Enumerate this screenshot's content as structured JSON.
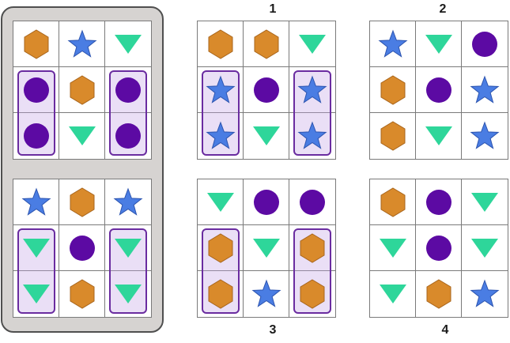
{
  "colors": {
    "hexagon": "#d98a2b",
    "hexagon_stroke": "#a8651c",
    "star": "#4a7de3",
    "star_stroke": "#2d55b0",
    "triangle": "#2ed69a",
    "circle": "#5c0aa3",
    "highlight_border": "#6a2ca0",
    "panel_bg": "#d6d3d1"
  },
  "icons": {
    "H": "hexagon-icon",
    "S": "star-icon",
    "T": "triangle-icon",
    "C": "circle-icon"
  },
  "example_grids": [
    {
      "cells": [
        "H",
        "S",
        "T",
        "C",
        "H",
        "C",
        "C",
        "T",
        "C"
      ],
      "highlights": [
        [
          1,
          0
        ],
        [
          1,
          2
        ]
      ]
    },
    {
      "cells": [
        "S",
        "H",
        "S",
        "T",
        "C",
        "T",
        "T",
        "H",
        "T"
      ],
      "highlights": [
        [
          1,
          0
        ],
        [
          1,
          2
        ]
      ]
    }
  ],
  "options": [
    {
      "label": "1",
      "cells": [
        "H",
        "H",
        "T",
        "S",
        "C",
        "S",
        "S",
        "T",
        "S"
      ],
      "highlights": [
        [
          1,
          0
        ],
        [
          1,
          2
        ]
      ]
    },
    {
      "label": "2",
      "cells": [
        "S",
        "T",
        "C",
        "H",
        "C",
        "S",
        "H",
        "T",
        "S"
      ],
      "highlights": []
    },
    {
      "label": "3",
      "cells": [
        "T",
        "C",
        "C",
        "H",
        "T",
        "H",
        "H",
        "S",
        "H"
      ],
      "highlights": [
        [
          1,
          0
        ],
        [
          1,
          2
        ]
      ]
    },
    {
      "label": "4",
      "cells": [
        "H",
        "C",
        "T",
        "T",
        "C",
        "T",
        "T",
        "H",
        "S"
      ],
      "highlights": []
    }
  ]
}
